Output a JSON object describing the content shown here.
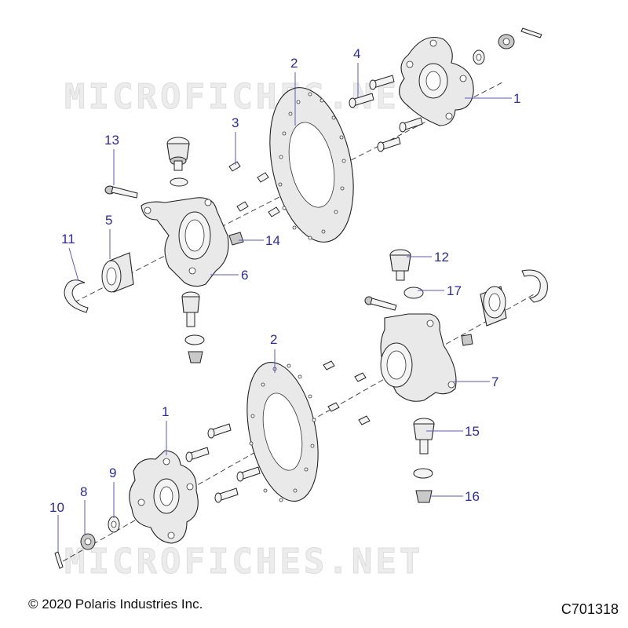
{
  "watermark": "MICROFICHES.NET",
  "copyright": "© 2020 Polaris Industries Inc.",
  "diagram_id": "C701318",
  "callouts": {
    "c1a": "1",
    "c2a": "2",
    "c3": "3",
    "c4": "4",
    "c13": "13",
    "c5": "5",
    "c11": "11",
    "c14": "14",
    "c6": "6",
    "c12": "12",
    "c17": "17",
    "c2b": "2",
    "c7": "7",
    "c1b": "1",
    "c15": "15",
    "c9": "9",
    "c8": "8",
    "c10": "10",
    "c16": "16"
  },
  "colors": {
    "callout": "#2a2aa8",
    "line": "#222222",
    "watermark": "#dcdcdc"
  }
}
